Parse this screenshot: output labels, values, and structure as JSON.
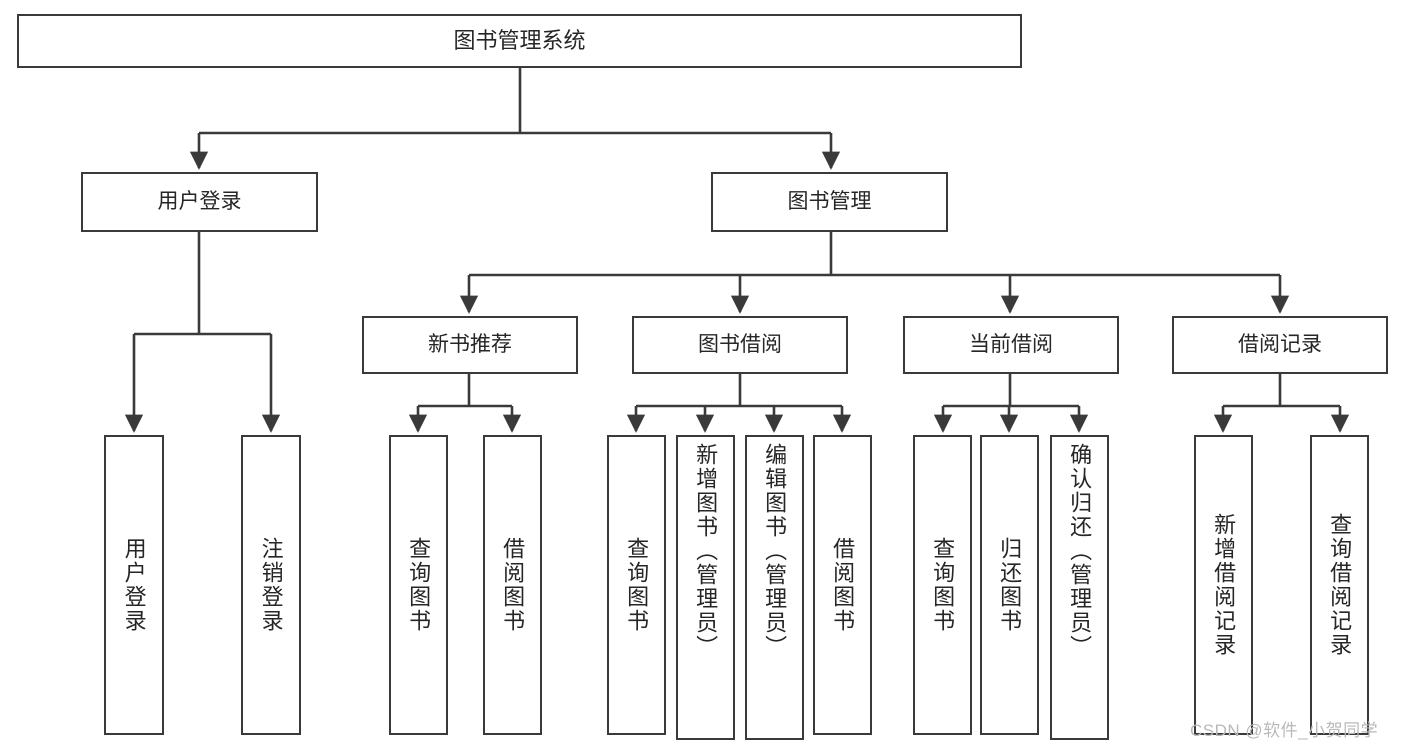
{
  "diagram": {
    "type": "tree",
    "title": "图书管理系统",
    "watermark": "CSDN @软件_小贺同学",
    "colors": {
      "stroke": "#3a3a3a",
      "fill": "#ffffff",
      "text": "#262626",
      "watermark": "#b9b9b9"
    },
    "nodes": {
      "root": {
        "label": "图书管理系统"
      },
      "level2": [
        {
          "id": "user-login",
          "label": "用户登录"
        },
        {
          "id": "book-manage",
          "label": "图书管理"
        }
      ],
      "level3": [
        {
          "id": "new-book-recommend",
          "label": "新书推荐"
        },
        {
          "id": "book-borrow",
          "label": "图书借阅"
        },
        {
          "id": "current-borrow",
          "label": "当前借阅"
        },
        {
          "id": "borrow-record",
          "label": "借阅记录"
        }
      ],
      "leaves": {
        "user_login": [
          {
            "id": "leaf-user-login",
            "label": "用户登录"
          },
          {
            "id": "leaf-logout-login",
            "label": "注销登录"
          }
        ],
        "new_book_recommend": [
          {
            "id": "leaf-query-book-1",
            "label": "查询图书"
          },
          {
            "id": "leaf-borrow-book-1",
            "label": "借阅图书"
          }
        ],
        "book_borrow": [
          {
            "id": "leaf-query-book-2",
            "label": "查询图书"
          },
          {
            "id": "leaf-add-book-admin",
            "label": "新增图书（管理员）"
          },
          {
            "id": "leaf-edit-book-admin",
            "label": "编辑图书（管理员）"
          },
          {
            "id": "leaf-borrow-book-2",
            "label": "借阅图书"
          }
        ],
        "current_borrow": [
          {
            "id": "leaf-query-book-3",
            "label": "查询图书"
          },
          {
            "id": "leaf-return-book",
            "label": "归还图书"
          },
          {
            "id": "leaf-confirm-return-admin",
            "label": "确认归还（管理员）"
          }
        ],
        "borrow_record": [
          {
            "id": "leaf-add-borrow-record",
            "label": "新增借阅记录"
          },
          {
            "id": "leaf-query-borrow-record",
            "label": "查询借阅记录"
          }
        ]
      }
    }
  }
}
